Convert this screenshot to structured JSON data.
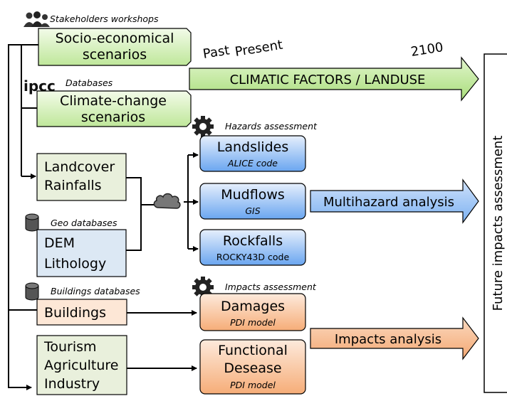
{
  "captions": {
    "stakeholders": "Stakeholders workshops",
    "ipcc_logo": "ipcc",
    "databases": "Databases",
    "hazards": "Hazards assessment",
    "geo_databases": "Geo databases",
    "buildings_databases": "Buildings databases",
    "impacts": "Impacts assessment"
  },
  "inputs": {
    "socio": [
      "Socio-economical",
      "scenarios"
    ],
    "climate": [
      "Climate-change",
      "scenarios"
    ],
    "landcover": [
      "Landcover",
      "Rainfalls"
    ],
    "dem": [
      "DEM",
      "Lithology"
    ],
    "buildings": [
      "Buildings"
    ],
    "tourism": [
      "Tourism",
      "Agriculture",
      "Industry"
    ]
  },
  "hazards": {
    "landslides": {
      "title": "Landslides",
      "sub": "ALICE code"
    },
    "mudflows": {
      "title": "Mudflows",
      "sub": "GIS"
    },
    "rockfalls": {
      "title": "Rockfalls",
      "sub": "ROCKY43D code"
    }
  },
  "impacts": {
    "damages": {
      "title": "Damages",
      "sub": "PDI model"
    },
    "functional": {
      "title": [
        "Functional",
        "Desease"
      ],
      "sub": "PDI model"
    }
  },
  "timeline": {
    "past": "Past",
    "present": "Present",
    "year": "2100"
  },
  "arrows": {
    "climatic": "CLIMATIC FACTORS / LANDUSE",
    "multihazard": "Multihazard analysis",
    "impacts": "Impacts analysis"
  },
  "future": "Future impacts assessment",
  "colors": {
    "green": "#d5f0b6",
    "green_dark": "#e6f3d8",
    "blue_grad_top": "#dce9fb",
    "blue_grad_bottom": "#6fa8ef",
    "dem_blue": "#dce8f4",
    "orange_light": "#fde7d6",
    "orange": "#f8b98a",
    "olive": "#e9f0dc"
  }
}
